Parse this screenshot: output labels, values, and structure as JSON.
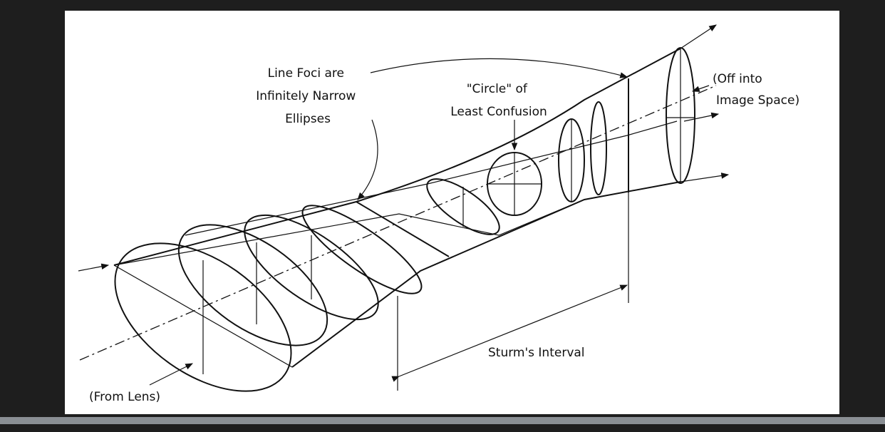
{
  "diagram": {
    "labels": {
      "line_foci": [
        "Line Foci are",
        "Infinitely Narrow",
        "Ellipses"
      ],
      "circle": [
        "\"Circle\" of",
        "Least Confusion"
      ],
      "off_into": [
        "(Off into",
        "Image Space)"
      ],
      "sturm": "Sturm's Interval",
      "from_lens": "(From Lens)"
    }
  },
  "colors": {
    "background": "#1e1e1e",
    "figure": "#ffffff",
    "ink": "#111111",
    "scrollbar": "#8a8f94"
  }
}
